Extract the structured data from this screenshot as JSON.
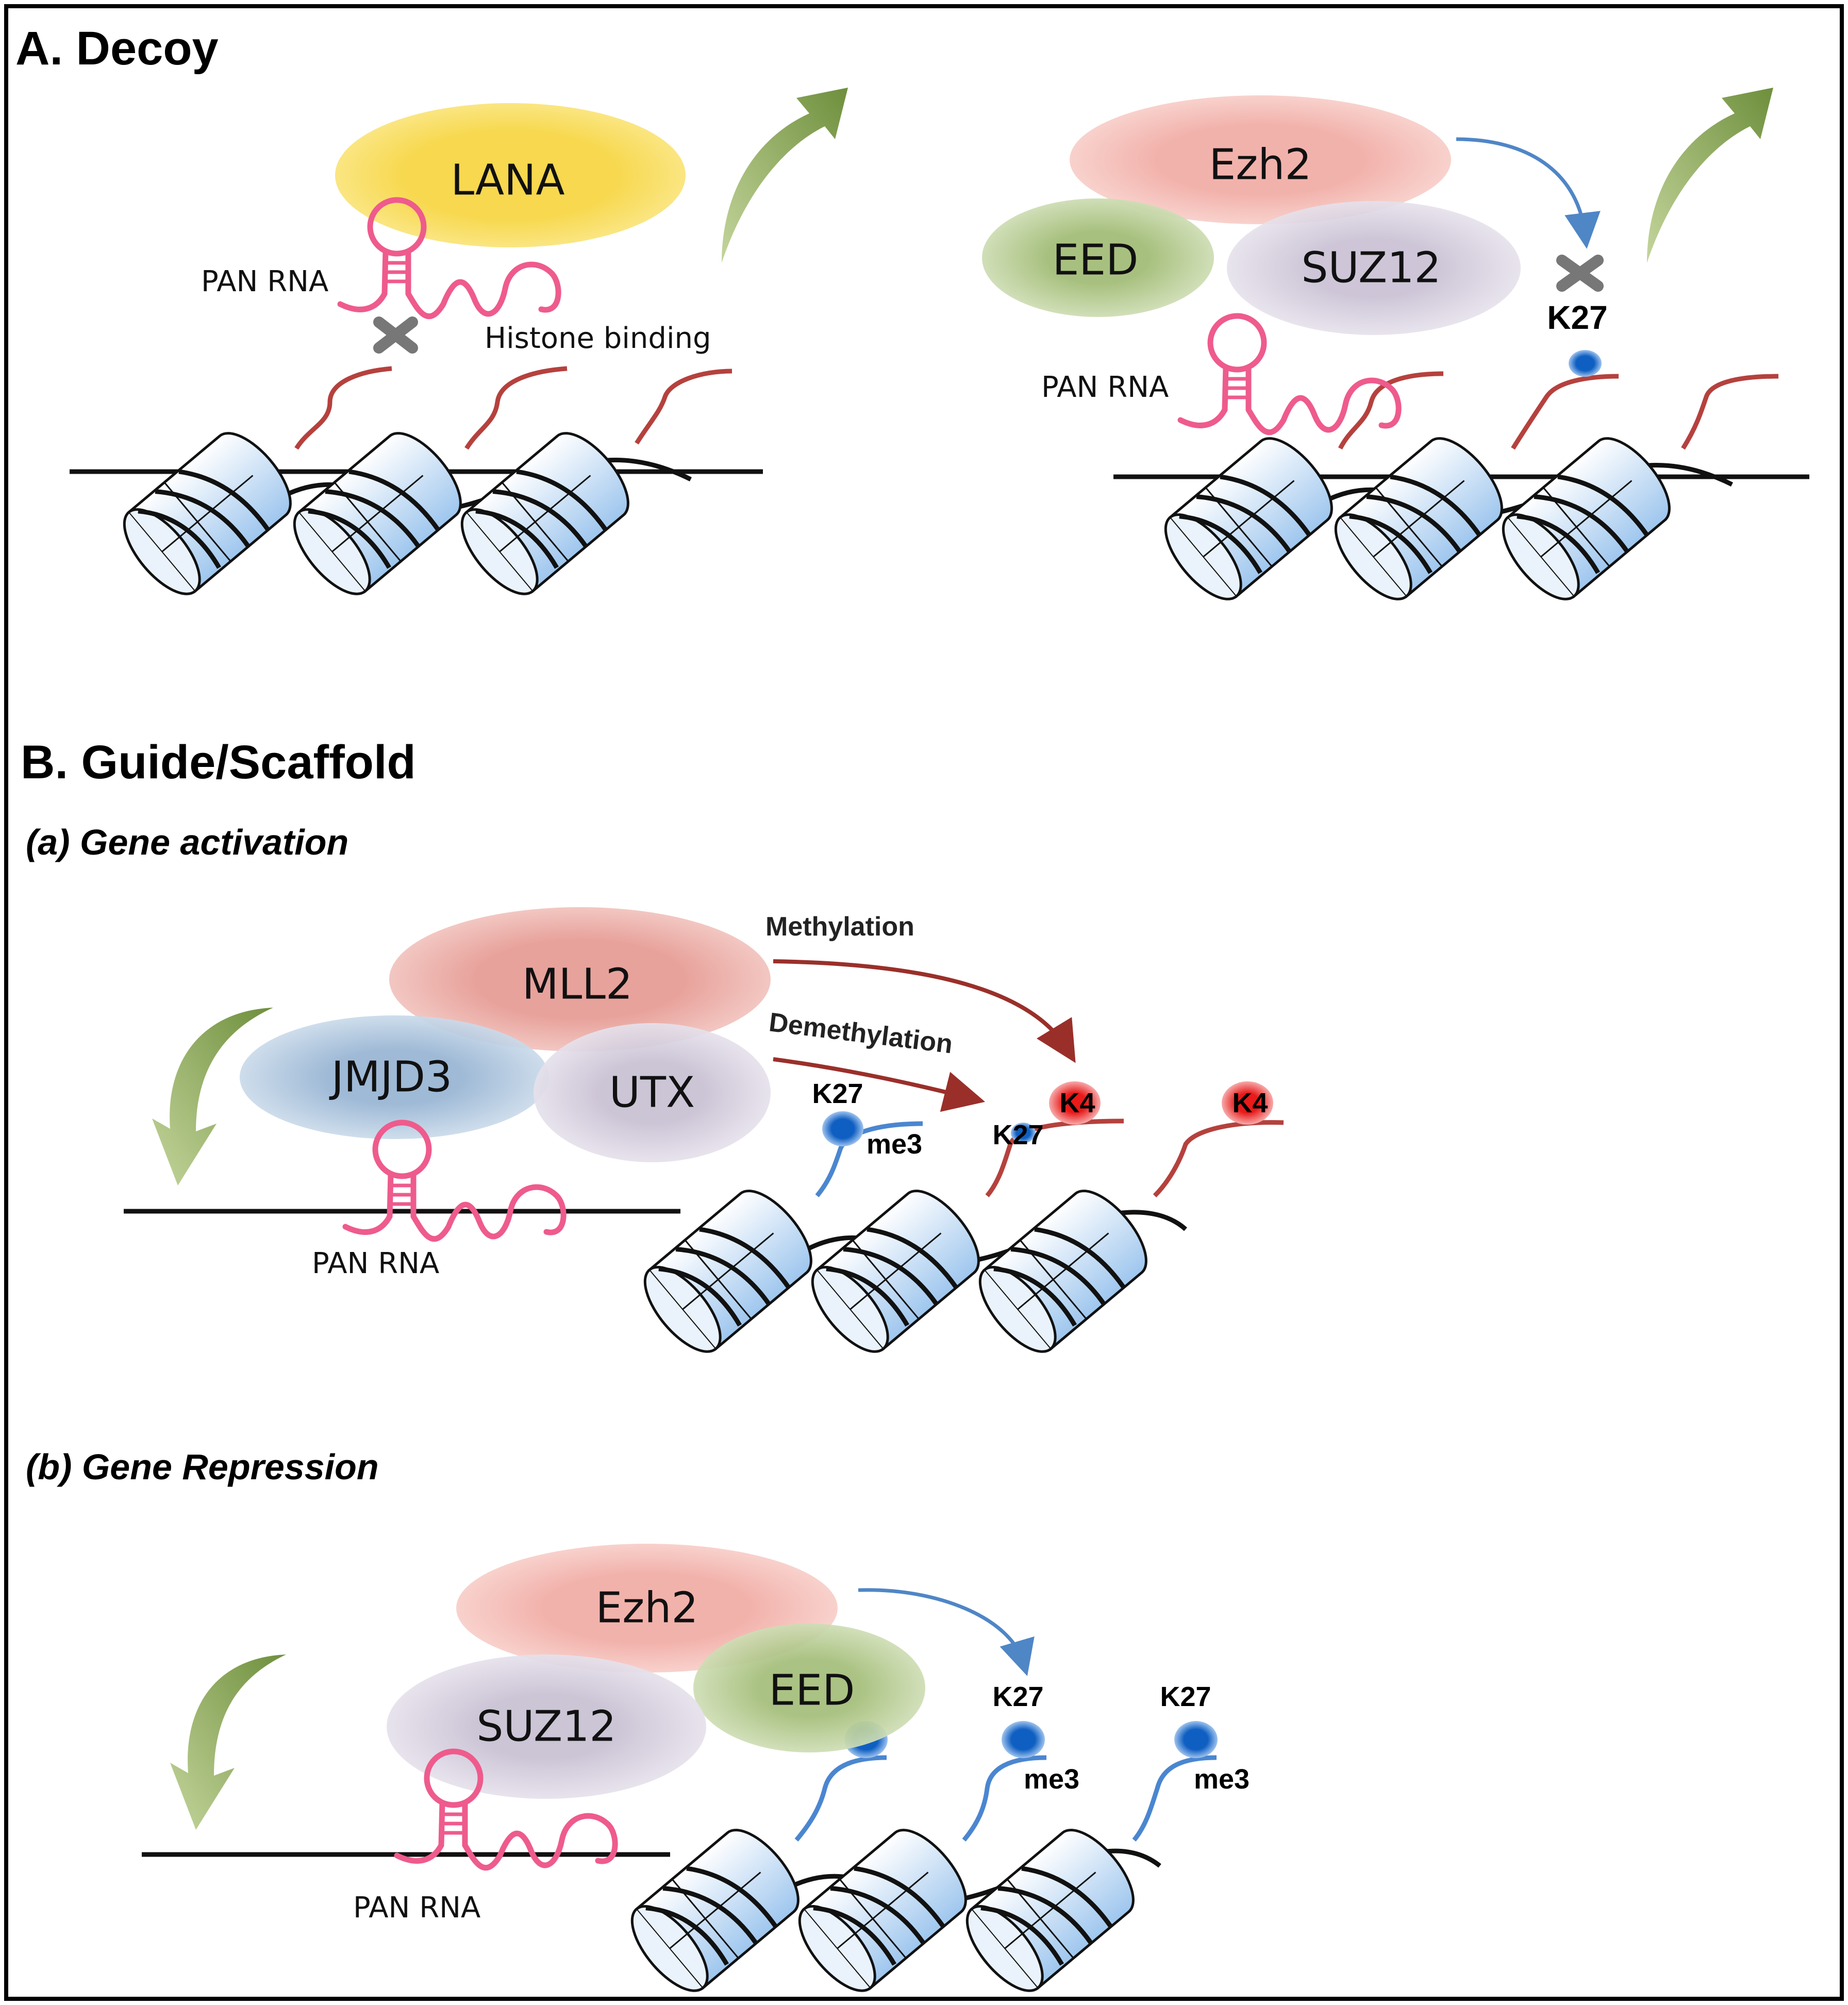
{
  "panel_a": {
    "title": "A. Decoy",
    "left": {
      "protein": "LANA",
      "rna_label": "PAN RNA",
      "binding_label": "Histone binding"
    },
    "right": {
      "proteins": [
        "Ezh2",
        "EED",
        "SUZ12"
      ],
      "rna_label": "PAN RNA",
      "site_label": "K27"
    }
  },
  "panel_b": {
    "title": "B. Guide/Scaffold",
    "activation": {
      "subtitle": "(a) Gene activation",
      "proteins": [
        "MLL2",
        "JMJD3",
        "UTX"
      ],
      "rna_label": "PAN RNA",
      "arrow_methylation": "Methylation",
      "arrow_demethylation": "Demethylation",
      "sites": [
        "K27",
        "me3",
        "K27",
        "K4",
        "K4"
      ]
    },
    "repression": {
      "subtitle": "(b) Gene Repression",
      "proteins": [
        "Ezh2",
        "SUZ12",
        "EED"
      ],
      "rna_label": "PAN RNA",
      "sites": [
        "K27",
        "me3",
        "K27",
        "me3"
      ]
    }
  },
  "colors": {
    "LANA": "#f7d84e",
    "Ezh2": "#f4b6ae",
    "MLL2": "#e9a19a",
    "EED": "#a9c17f",
    "SUZ12": "#cfc8d8",
    "JMJD3": "#9fbad6",
    "UTX": "#d5cfdc",
    "rna": "#ee5b8c",
    "tail_red": "#b5413d",
    "tail_blue": "#4a86d0",
    "mark_blue": "#0f5fc2",
    "mark_red": "#e81a1a",
    "green_arrow": "#8fae5a",
    "blue_arrow": "#4f86c6",
    "red_arrow": "#9a2f2a"
  }
}
